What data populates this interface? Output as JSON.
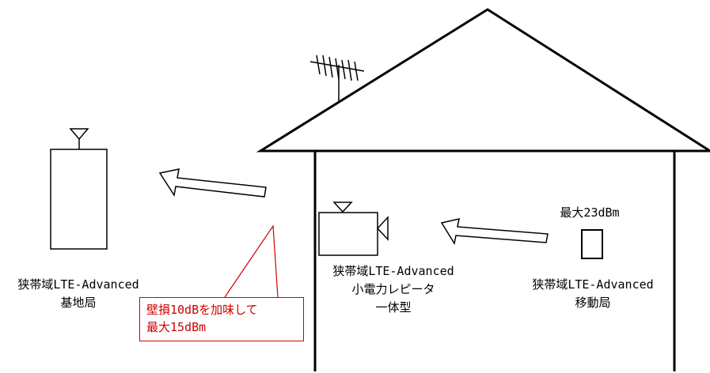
{
  "base_station": {
    "line1": "狭帯域LTE-Advanced",
    "line2": "基地局"
  },
  "repeater": {
    "line1": "狭帯域LTE-Advanced",
    "line2": "小電力レピータ",
    "line3": "一体型"
  },
  "mobile_station": {
    "power": "最大23dBm",
    "line1": "狭帯域LTE-Advanced",
    "line2": "移動局"
  },
  "callout": {
    "line1": "壁損10dBを加味して",
    "line2": "最大15dBm"
  },
  "colors": {
    "line": "#000000",
    "callout": "#d00000"
  },
  "icons": [
    "house-outline",
    "tv-antenna-icon",
    "base-station-antenna-icon",
    "repeater-antenna-icon",
    "uplink-arrow",
    "mobile-device-icon"
  ]
}
